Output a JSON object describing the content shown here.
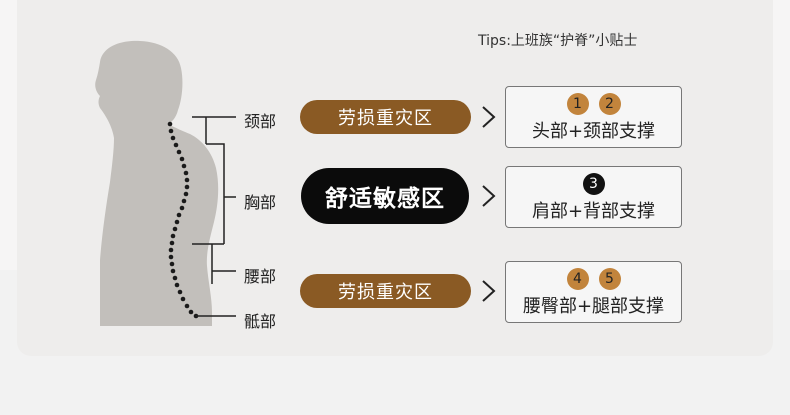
{
  "tips": "Tips:上班族“护脊”小贴士",
  "parts": {
    "neck": "颈部",
    "chest": "胸部",
    "waist": "腰部",
    "sacrum": "骶部"
  },
  "rows": [
    {
      "pill": "劳损重灾区",
      "nums": [
        "1",
        "2"
      ],
      "label": "头部+颈部支撑"
    },
    {
      "pill": "舒适敏感区",
      "nums": [
        "3"
      ],
      "label": "肩部+背部支撑"
    },
    {
      "pill": "劳损重灾区",
      "nums": [
        "4",
        "5"
      ],
      "label": "腰臀部+腿部支撑"
    }
  ],
  "colors": {
    "brown": "#8a5a24",
    "gold": "#c2843c",
    "black": "#0b0b0b",
    "silhouette": "#c2bfbb"
  }
}
